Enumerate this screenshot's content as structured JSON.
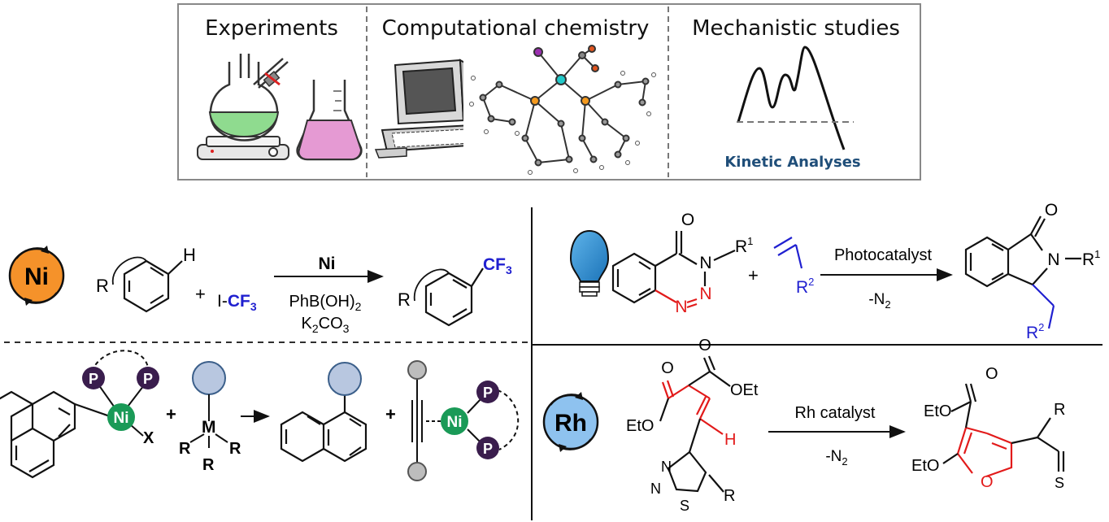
{
  "top_panel": {
    "experiments_title": "Experiments",
    "computational_title": "Computational chemistry",
    "mechanistic_title": "Mechanistic studies",
    "kinetic_label": "Kinetic Analyses"
  },
  "ni_panel": {
    "badge": "Ni",
    "substituent_r": "R",
    "h_atom": "H",
    "plus": "+",
    "reagent_i": "I-",
    "reagent_cf3": "CF",
    "cf3_sub": "3",
    "catalyst": "Ni",
    "base1": "PhB(OH)",
    "base1_sub": "2",
    "base2_k": "K",
    "base2_k_sub": "2",
    "base2_co": "CO",
    "base2_co_sub": "3",
    "product_r": "R",
    "product_cf": "CF",
    "product_cf_sub": "3"
  },
  "ni_bottom": {
    "p_label": "P",
    "ni_label": "Ni",
    "x_label": "X",
    "plus": "+",
    "m_label": "M",
    "r_label": "R"
  },
  "photo_panel": {
    "oxygen": "O",
    "nitrogen": "N",
    "r1": "R",
    "r1_sup": "1",
    "plus": "+",
    "r2": "R",
    "r2_sup": "2",
    "reagent": "Photocatalyst",
    "byproduct": "-N",
    "byproduct_sub": "2"
  },
  "rh_panel": {
    "badge": "Rh",
    "oet": "OEt",
    "eto": "EtO",
    "oxygen": "O",
    "hydrogen": "H",
    "nitrogen": "N",
    "sulfur": "S",
    "r_label": "R",
    "reagent": "Rh catalyst",
    "byproduct": "-N",
    "byproduct_sub": "2"
  },
  "colors": {
    "ni_badge": "#f5922a",
    "rh_badge": "#8ec2ef",
    "phosphorus": "#3a1d4d",
    "nickel": "#1a9a57",
    "accent_blue": "#2020d0",
    "accent_red": "#e21a1a",
    "kinetic": "#1f4e79",
    "placeholder": "#b8c7e0"
  }
}
